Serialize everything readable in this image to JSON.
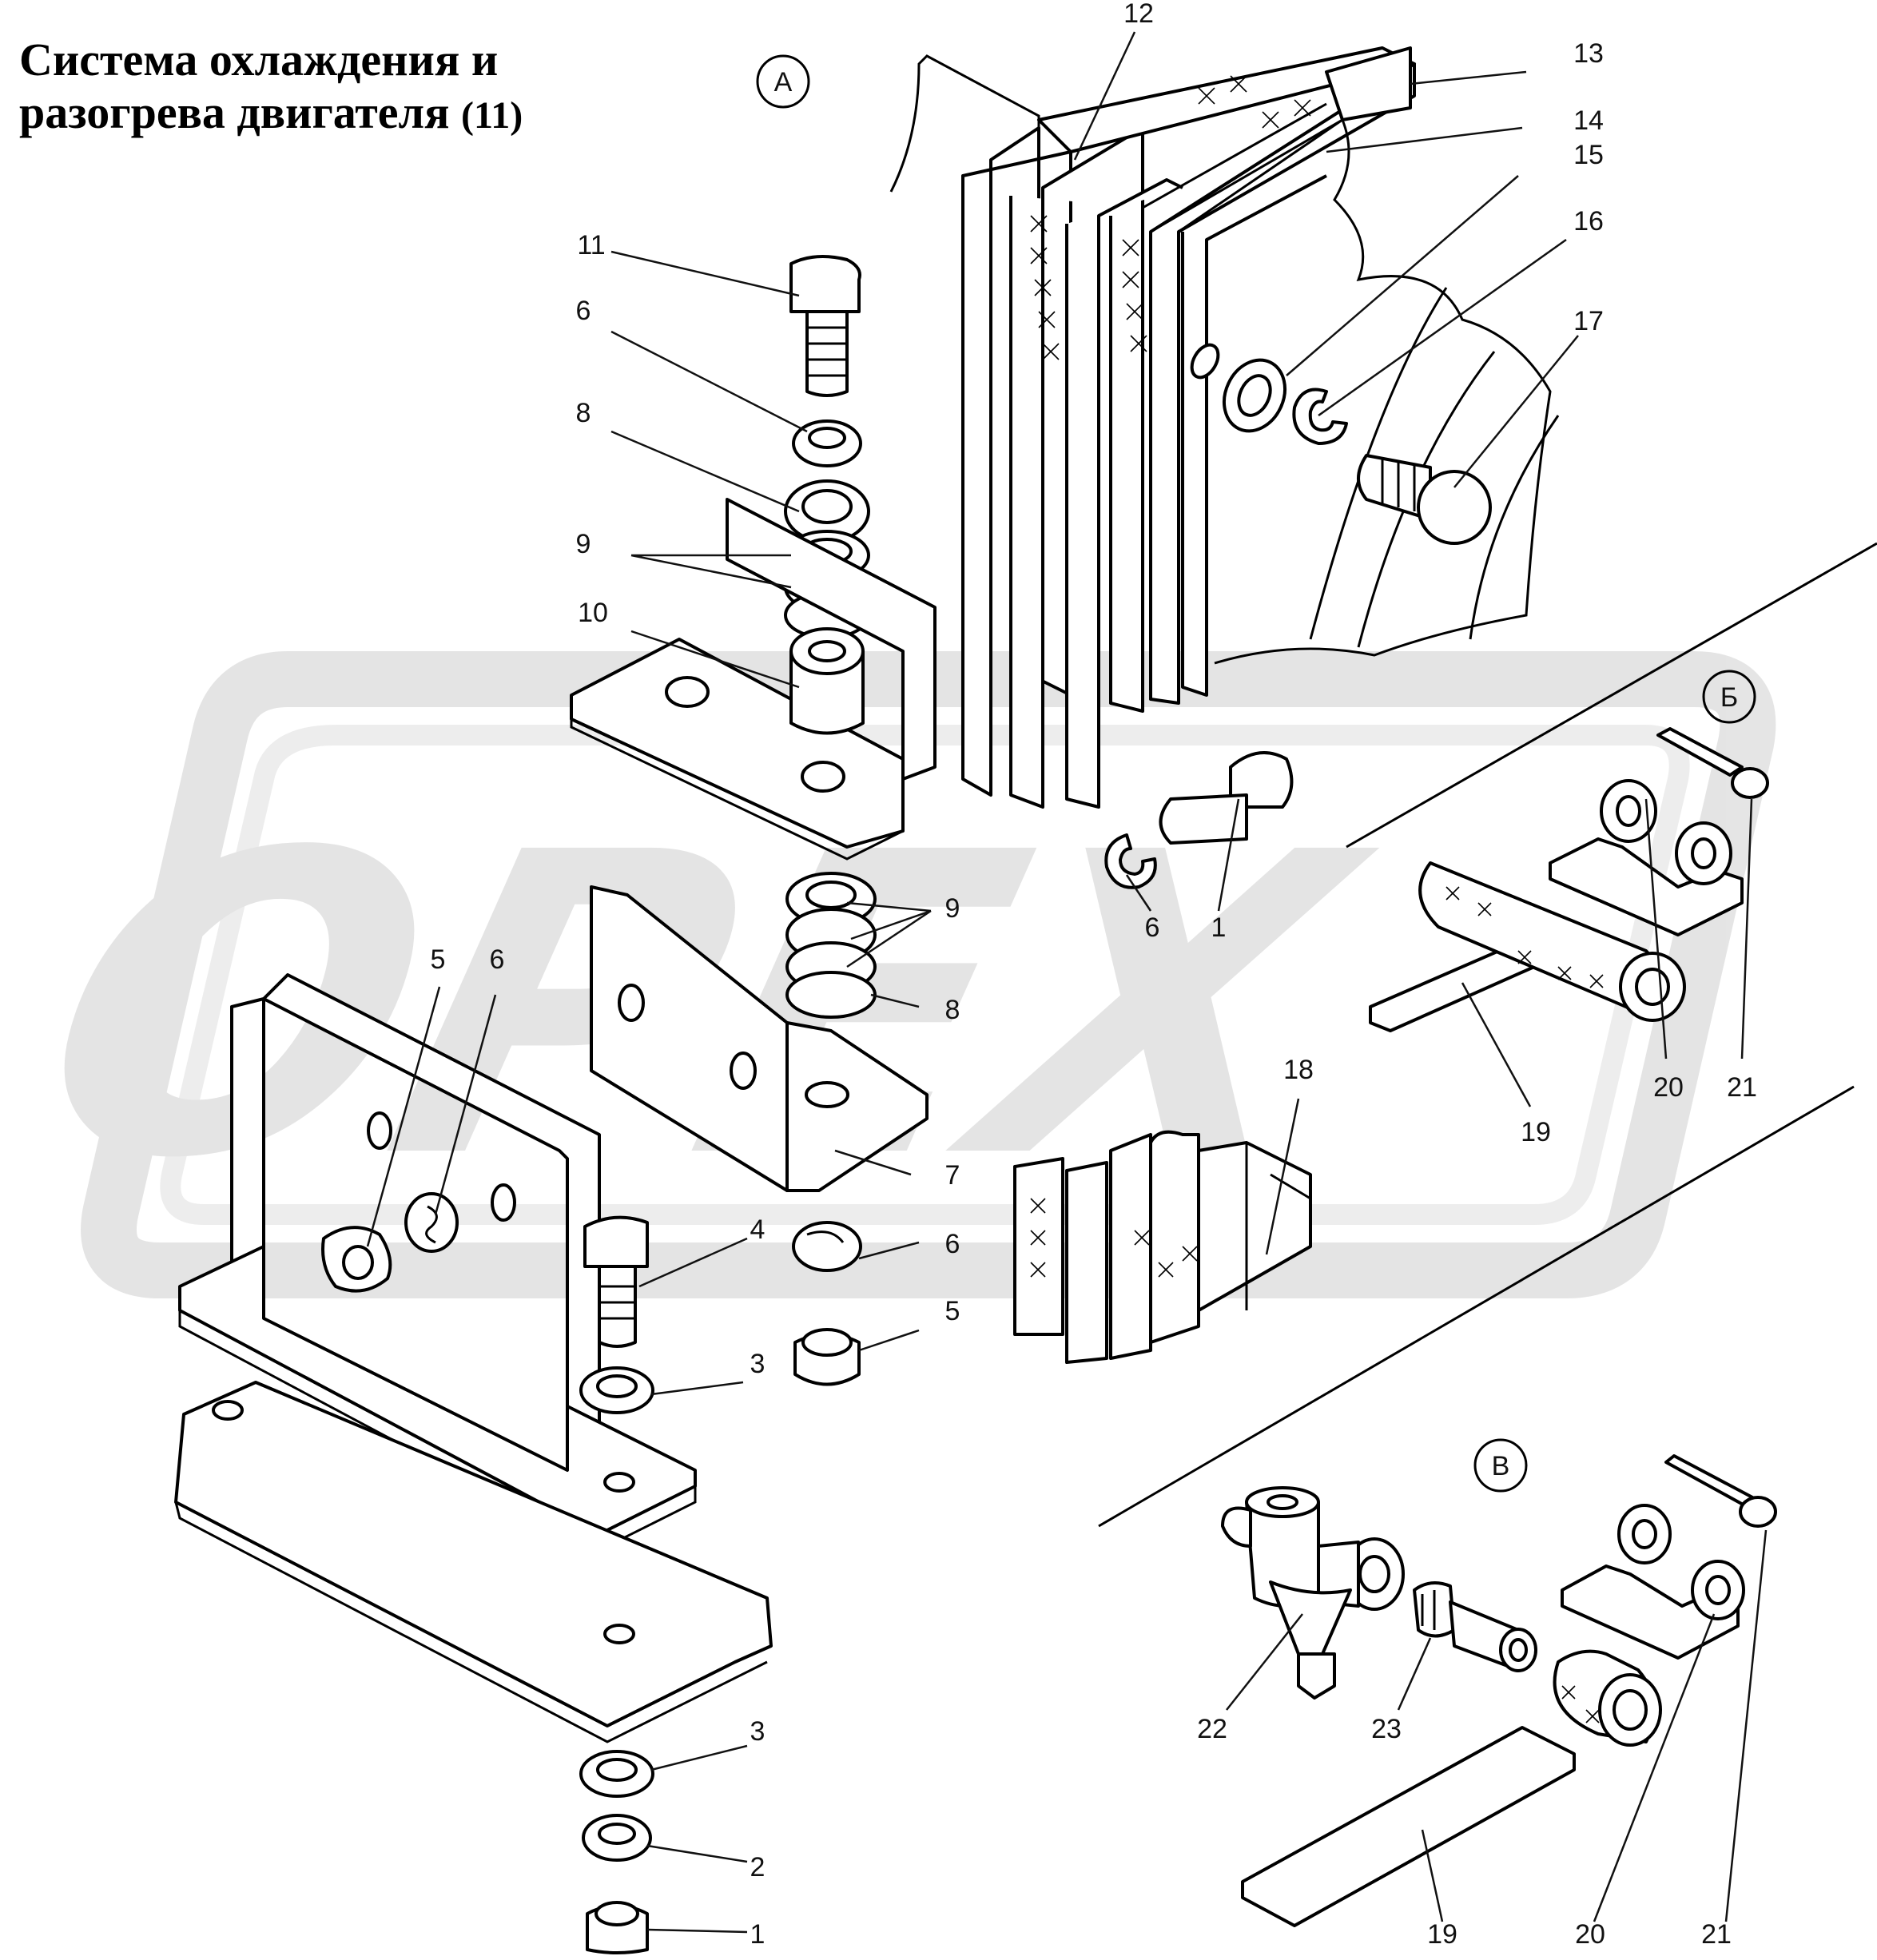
{
  "title": {
    "line1": "Система охлаждения и",
    "line2": "разогрева двигателя",
    "suffix": "(11)"
  },
  "views": [
    {
      "id": "view-a",
      "label": "А"
    },
    {
      "id": "view-b",
      "label": "Б"
    },
    {
      "id": "view-v",
      "label": "В"
    }
  ],
  "watermark": {
    "text": "ОРЕХ",
    "color": "#c8c8c8"
  },
  "callouts": [
    {
      "id": "c12",
      "label": "12"
    },
    {
      "id": "c13",
      "label": "13"
    },
    {
      "id": "c14",
      "label": "14"
    },
    {
      "id": "c15",
      "label": "15"
    },
    {
      "id": "c16",
      "label": "16"
    },
    {
      "id": "c17",
      "label": "17"
    },
    {
      "id": "c11",
      "label": "11"
    },
    {
      "id": "c6a",
      "label": "6"
    },
    {
      "id": "c8a",
      "label": "8"
    },
    {
      "id": "c9a",
      "label": "9"
    },
    {
      "id": "c10",
      "label": "10"
    },
    {
      "id": "c9b",
      "label": "9"
    },
    {
      "id": "c8b",
      "label": "8"
    },
    {
      "id": "c7",
      "label": "7"
    },
    {
      "id": "c5a",
      "label": "5"
    },
    {
      "id": "c6b",
      "label": "6"
    },
    {
      "id": "c4",
      "label": "4"
    },
    {
      "id": "c6c",
      "label": "6"
    },
    {
      "id": "c5b",
      "label": "5"
    },
    {
      "id": "c3a",
      "label": "3"
    },
    {
      "id": "c3b",
      "label": "3"
    },
    {
      "id": "c2",
      "label": "2"
    },
    {
      "id": "c1a",
      "label": "1"
    },
    {
      "id": "c6d",
      "label": "6"
    },
    {
      "id": "c1b",
      "label": "1"
    },
    {
      "id": "c18",
      "label": "18"
    },
    {
      "id": "c19a",
      "label": "19"
    },
    {
      "id": "c20a",
      "label": "20"
    },
    {
      "id": "c21a",
      "label": "21"
    },
    {
      "id": "c22",
      "label": "22"
    },
    {
      "id": "c23",
      "label": "23"
    },
    {
      "id": "c19b",
      "label": "19"
    },
    {
      "id": "c20b",
      "label": "20"
    },
    {
      "id": "c21b",
      "label": "21"
    }
  ]
}
